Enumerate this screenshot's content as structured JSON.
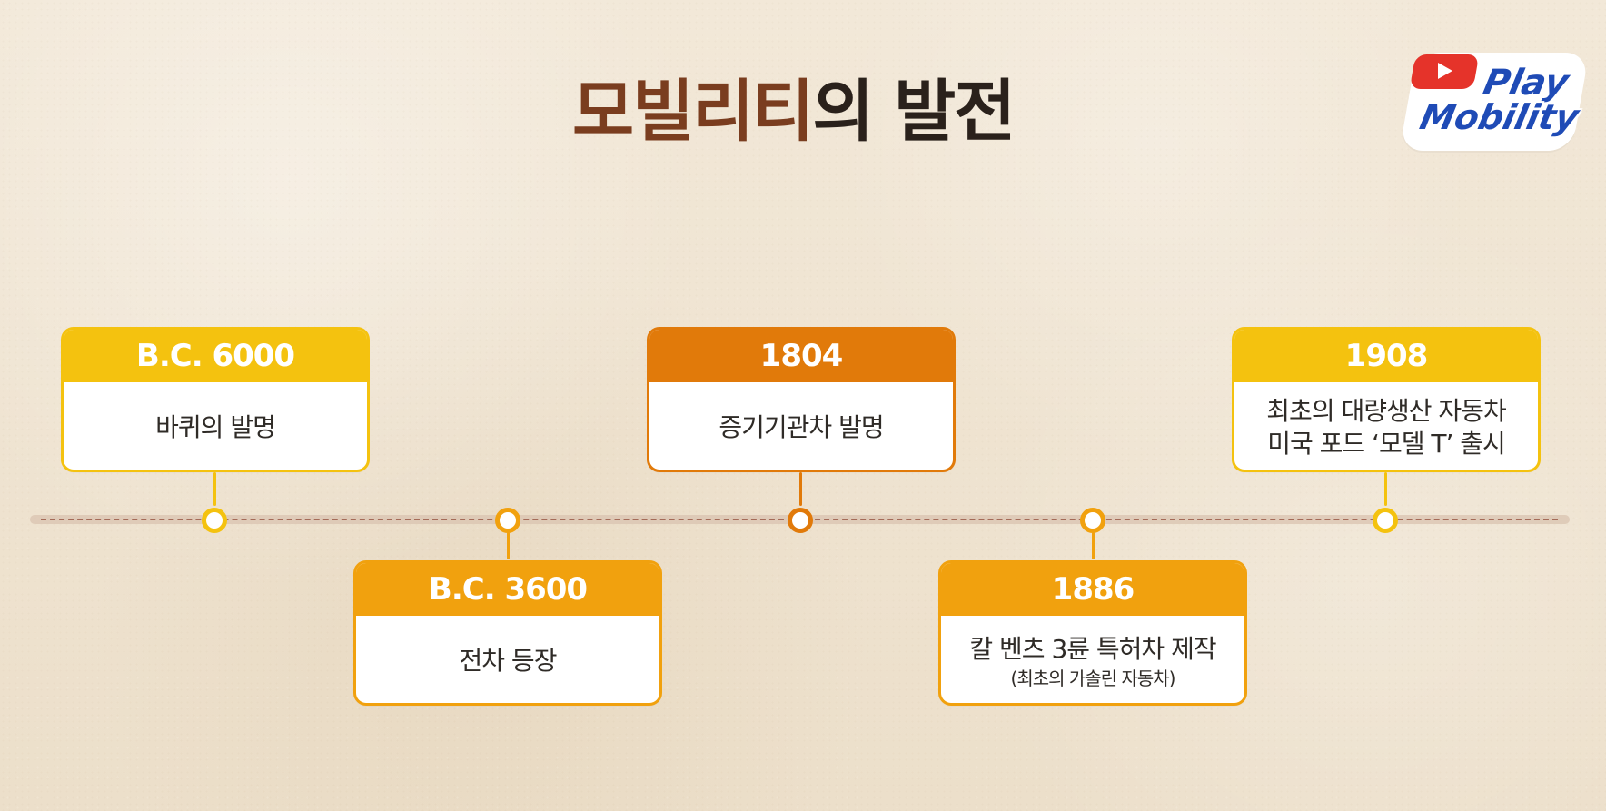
{
  "title": {
    "part_a": "모빌리티",
    "part_b": "의 발전"
  },
  "logo": {
    "line1": "Play",
    "line2": "Mobility",
    "colors": {
      "play_box": "#e5332a",
      "text": "#1f4bb6",
      "outline": "#ffffff"
    }
  },
  "timeline": {
    "colors": {
      "track": "#d9c3b0",
      "dash": "#a46b58"
    },
    "events": [
      {
        "year": "B.C. 6000",
        "line1": "바퀴의 발명",
        "line2": "",
        "note": "",
        "color": "#f4c20f"
      },
      {
        "year": "B.C. 3600",
        "line1": "전차 등장",
        "line2": "",
        "note": "",
        "color": "#f1a10e"
      },
      {
        "year": "1804",
        "line1": "증기기관차 발명",
        "line2": "",
        "note": "",
        "color": "#e17a0a"
      },
      {
        "year": "1886",
        "line1": "칼 벤츠 3륜 특허차 제작",
        "line2": "",
        "note": "(최초의 가솔린 자동차)",
        "color": "#f1a10e"
      },
      {
        "year": "1908",
        "line1": "최초의 대량생산 자동차",
        "line2": "미국 포드 ‘모델 T’ 출시",
        "note": "",
        "color": "#f4c20f"
      }
    ]
  }
}
